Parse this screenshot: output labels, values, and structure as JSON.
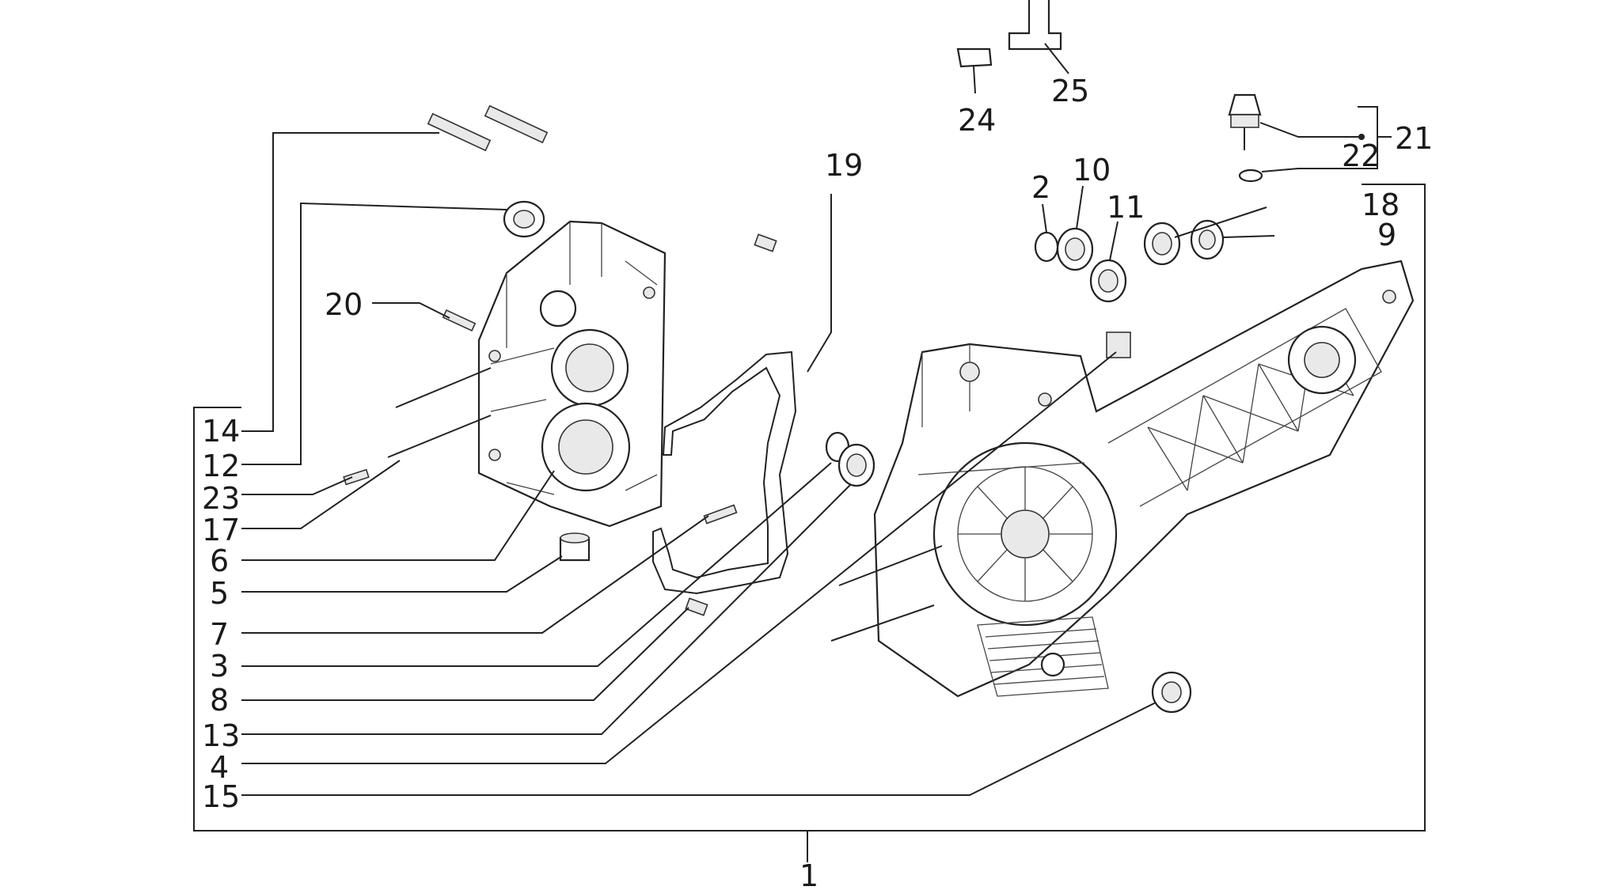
{
  "diagram": {
    "labels": [
      {
        "id": "1",
        "text": "1"
      },
      {
        "id": "2",
        "text": "2"
      },
      {
        "id": "3",
        "text": "3"
      },
      {
        "id": "4",
        "text": "4"
      },
      {
        "id": "5",
        "text": "5"
      },
      {
        "id": "6",
        "text": "6"
      },
      {
        "id": "7",
        "text": "7"
      },
      {
        "id": "8",
        "text": "8"
      },
      {
        "id": "9",
        "text": "9"
      },
      {
        "id": "10",
        "text": "10"
      },
      {
        "id": "11",
        "text": "11"
      },
      {
        "id": "12",
        "text": "12"
      },
      {
        "id": "13",
        "text": "13"
      },
      {
        "id": "14",
        "text": "14"
      },
      {
        "id": "15",
        "text": "15"
      },
      {
        "id": "17",
        "text": "17"
      },
      {
        "id": "18",
        "text": "18"
      },
      {
        "id": "19",
        "text": "19"
      },
      {
        "id": "20",
        "text": "20"
      },
      {
        "id": "21",
        "text": "21"
      },
      {
        "id": "22",
        "text": "22"
      },
      {
        "id": "23",
        "text": "23"
      },
      {
        "id": "24",
        "text": "24"
      },
      {
        "id": "25",
        "text": "25"
      }
    ]
  }
}
